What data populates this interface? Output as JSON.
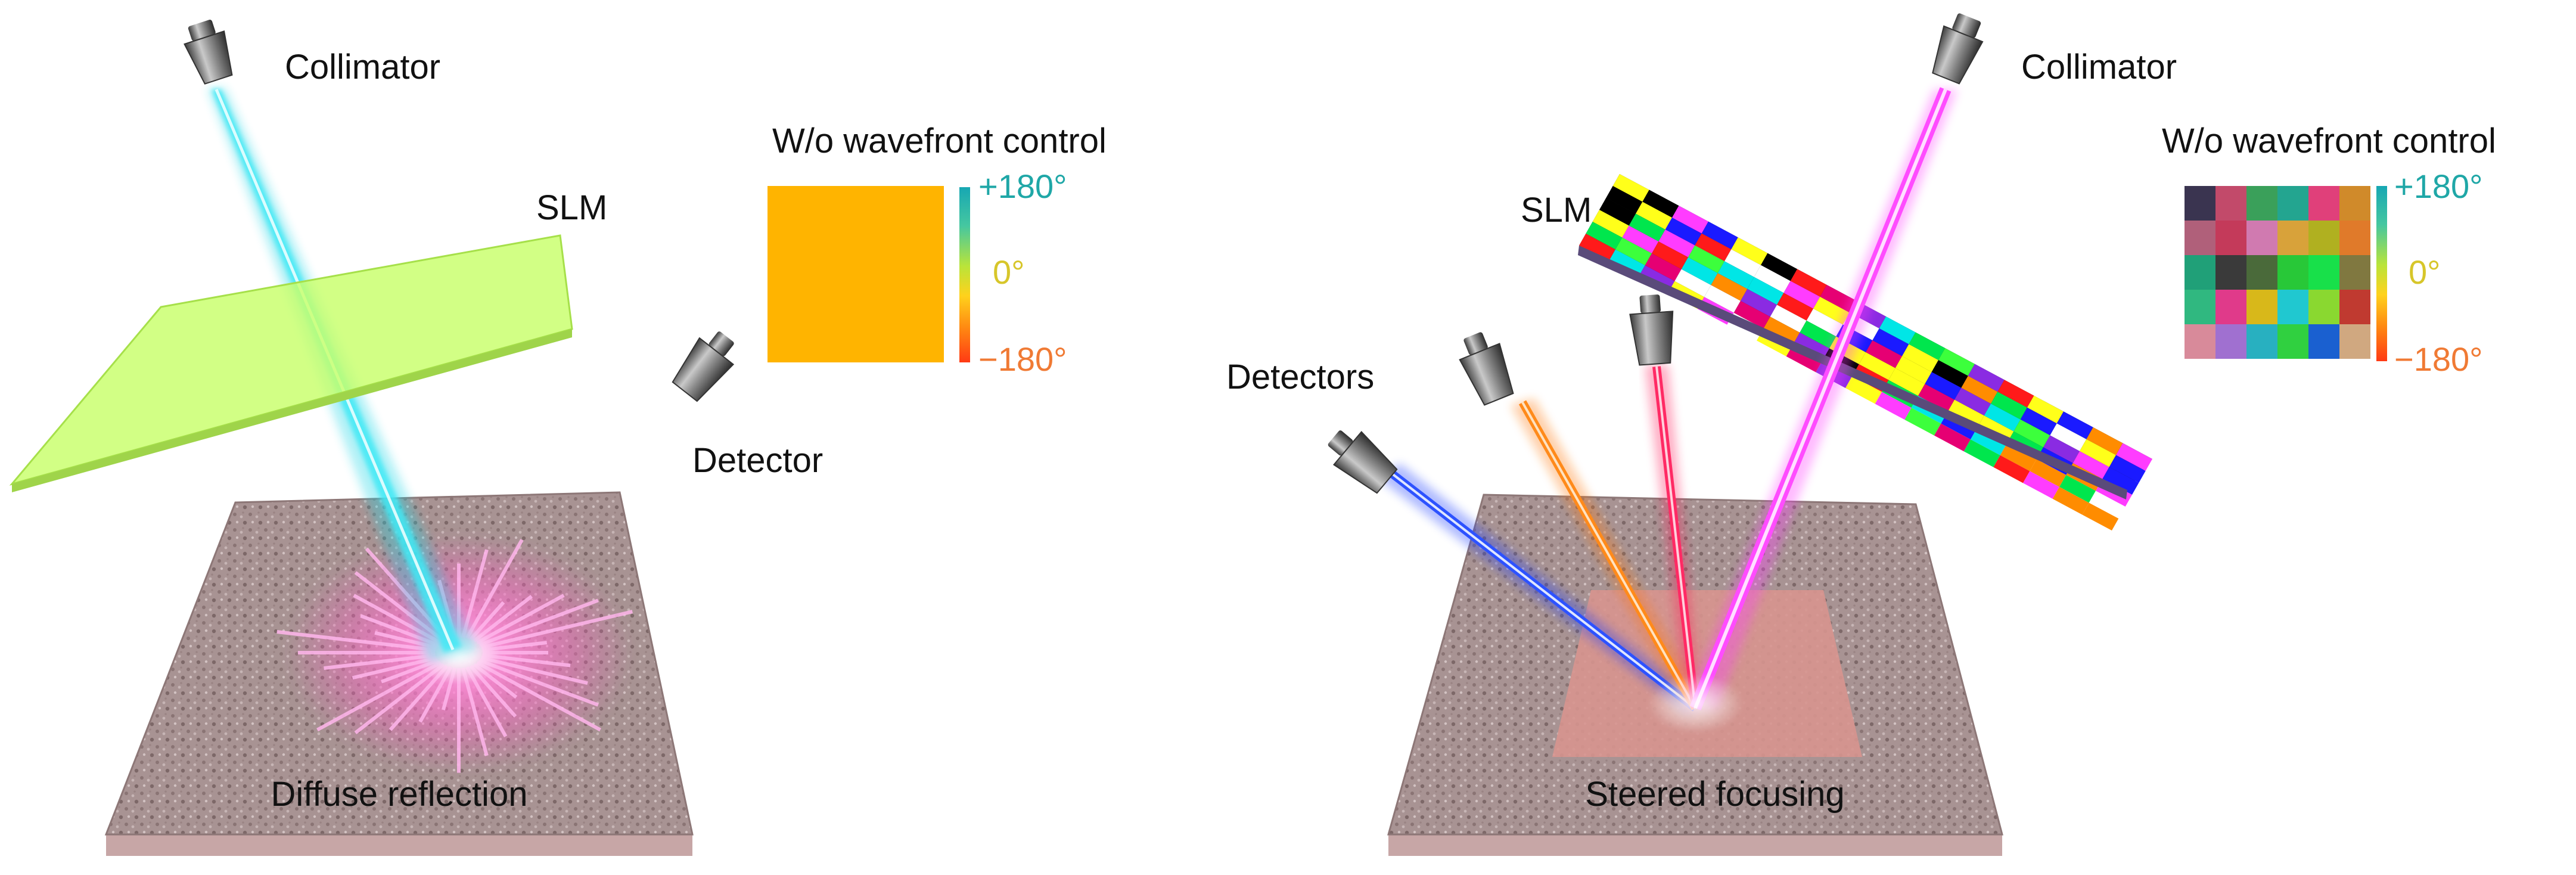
{
  "left_panel": {
    "collimator_label": "Collimator",
    "slm_label": "SLM",
    "detector_label": "Detector",
    "caption": "Diffuse reflection",
    "phase_title": "W/o wavefront control",
    "scale": {
      "max": "+180°",
      "mid": "0°",
      "min": "−180°"
    }
  },
  "right_panel": {
    "collimator_label": "Collimator",
    "slm_label": "SLM",
    "detectors_label": "Detectors",
    "caption": "Steered focusing",
    "phase_title": "W/o wavefront control",
    "scale": {
      "max": "+180°",
      "mid": "0°",
      "min": "−180°"
    }
  },
  "colors": {
    "incident_beam": "#1fd6e6",
    "slm_left": "#c8ff6a",
    "uniform_phase": "#ffb400",
    "scatter_glow": "#ff5cc4",
    "beam_blue": "#1a3cff",
    "beam_orange": "#ff7a10",
    "beam_red": "#ff1a5a",
    "beam_magenta": "#ff3cff"
  }
}
